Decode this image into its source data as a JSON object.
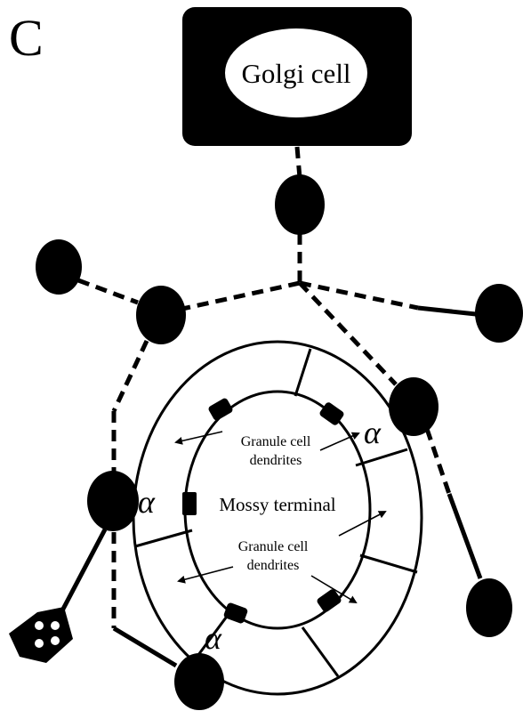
{
  "panel_label": "C",
  "golgi_label": "Golgi cell",
  "mossy_label": "Mossy terminal",
  "granule_top": {
    "line1": "Granule cell",
    "line2": "dendrites"
  },
  "granule_bottom": {
    "line1": "Granule cell",
    "line2": "dendrites"
  },
  "alpha_symbol": "α",
  "colors": {
    "ink": "#000000",
    "background": "#ffffff"
  }
}
